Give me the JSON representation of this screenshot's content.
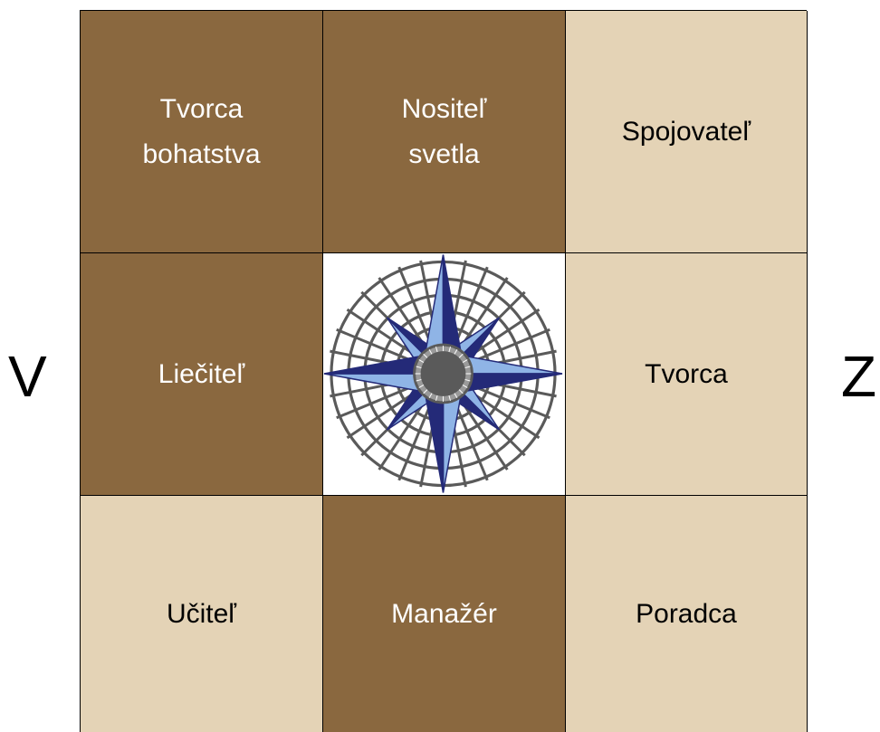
{
  "directions": {
    "left": "V",
    "right": "Z"
  },
  "cells": [
    {
      "label": "Tvorca\nbohatstva",
      "tone": "dark"
    },
    {
      "label": "Nositeľ\nsvetla",
      "tone": "dark"
    },
    {
      "label": "Spojovateľ",
      "tone": "light"
    },
    {
      "label": "Liečiteľ",
      "tone": "dark"
    },
    {
      "label": "",
      "tone": "center",
      "icon": "compass-rose-icon"
    },
    {
      "label": "Tvorca",
      "tone": "light"
    },
    {
      "label": "Učiteľ",
      "tone": "light"
    },
    {
      "label": "Manažér",
      "tone": "dark"
    },
    {
      "label": "Poradca",
      "tone": "light"
    }
  ],
  "colors": {
    "dark": "#8a683f",
    "light": "#e4d3b6",
    "compass_dark_blue": "#242a78",
    "compass_light_blue": "#8fb4e6",
    "compass_grey": "#5a5a5a"
  }
}
